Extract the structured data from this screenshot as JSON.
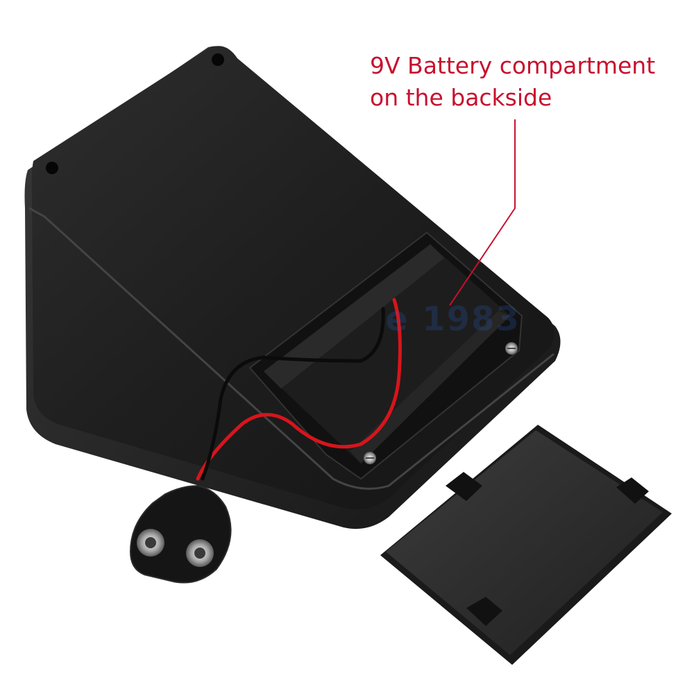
{
  "annotation": {
    "line1": "9V Battery compartment",
    "line2": "on the backside",
    "color": "#c8102e"
  },
  "watermark": {
    "text": "e 1983",
    "color": "#2864c8"
  },
  "objects": {
    "enclosure": "black-plastic-enclosure",
    "compartment": "9v-battery-compartment",
    "cover": "battery-compartment-cover",
    "snap": "9v-battery-snap-connector",
    "wires": [
      "red-wire",
      "black-wire"
    ]
  }
}
